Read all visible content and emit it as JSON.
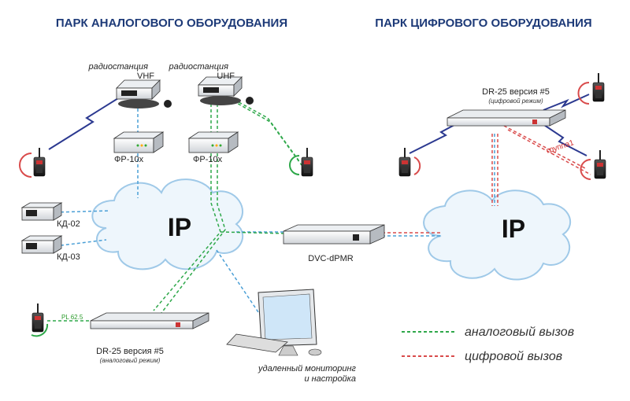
{
  "headings": {
    "analog": "ПАРК АНАЛОГОВОГО ОБОРУДОВАНИЯ",
    "digital": "ПАРК ЦИФРОВОГО ОБОРУДОВАНИЯ"
  },
  "devices": {
    "vhf_radio": {
      "line1": "радиостанция",
      "line2": "VHF"
    },
    "uhf_radio": {
      "line1": "радиостанция",
      "line2": "UHF"
    },
    "fr10x_left": "ФР-10х",
    "fr10x_right": "ФР-10х",
    "kd02": "КД-02",
    "kd03": "КД-03",
    "dvc": "DVC-dPMR",
    "dr25_analog": {
      "line1": "DR-25 версия #5",
      "line2": "(аналоговый режим)"
    },
    "dr25_digital": {
      "line1": "DR-25 версия #5",
      "line2": "(цифровой режим)"
    },
    "pl_label": "PL 62.5",
    "group_label": "группа1",
    "monitoring": {
      "line1": "удаленный мониторинг",
      "line2": "и настройка"
    },
    "ip_left": "IP",
    "ip_right": "IP"
  },
  "legend": {
    "analog": "аналоговый вызов",
    "digital": "цифровой вызов"
  },
  "colors": {
    "heading": "#1d3a78",
    "analog_link": "#2ea84a",
    "digital_link": "#d94b4b",
    "ip_link": "#4a9fd6",
    "cloud_stroke": "#9fc9e8",
    "cloud_fill": "#eef6fc",
    "radio_link": "#2b3990"
  }
}
